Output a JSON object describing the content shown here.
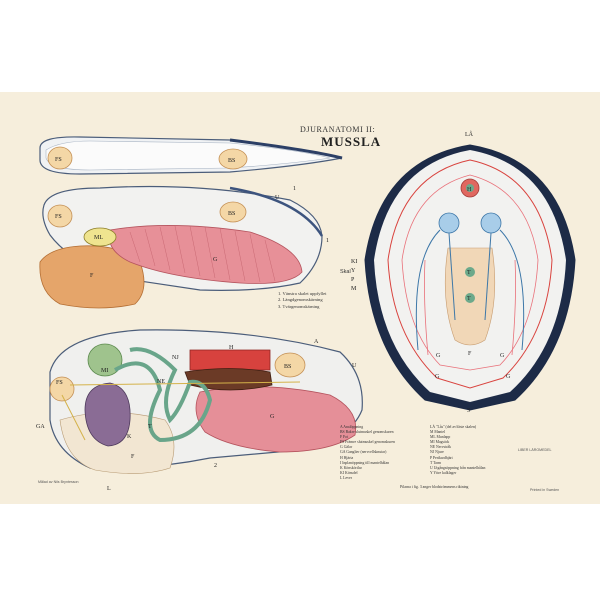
{
  "header": {
    "line1": "DJURANATOMI II:",
    "line2": "MUSSLA"
  },
  "figure_numbers": {
    "fig1": "1",
    "fig1b": "1",
    "fig2": "2",
    "fig3": "3"
  },
  "views": [
    "1. Vänstra skalet uppfyllet",
    "2. Längdgenomskärning",
    "3. Tvärgenomskärning"
  ],
  "labels": {
    "FS": "FS",
    "BS": "BS",
    "ML": "ML",
    "F": "F",
    "G": "G",
    "U": "U",
    "H": "H",
    "NJ": "NJ",
    "NE": "NE",
    "A": "A",
    "GA": "GA",
    "L": "L",
    "K": "K",
    "T": "T",
    "LA": "LÅ",
    "KI": "KI",
    "Y": "Y",
    "P": "P",
    "M": "M",
    "Skal": "Skal"
  },
  "legend_left": [
    "A   Analöppning",
    "BS  Bakre slutmuskel genomskuren",
    "F   Fot",
    "FS  Främre slutmuskel genomskuren",
    "G   Gälar",
    "GA  Ganglier (nervcellsknutar)",
    "H   Hjärta",
    "I   Inplanöppning till mantelhålan",
    "K   Könskörtlar",
    "KI  Könsdel",
    "L   Lever"
  ],
  "legend_right": [
    "LÅ  \"Lås\" (del av/fäste skalen)",
    "M   Mantel",
    "ML  Munlapp",
    "MI  Magsäck",
    "NE  Nervstråk",
    "NJ  Njure",
    "P   Perikardhjärt",
    "T   Tarm",
    "U   Utgångsöppning från mantelhålan",
    "Y   Yttre kalklager"
  ],
  "footnote": "Pilarna i fig. 3 anger blodströmmens riktning",
  "credit_left": "Målad av Nils Bryntesson",
  "credit_right": "LIBER LÄROMEDEL",
  "print_info": "Printed in Sweden"
}
